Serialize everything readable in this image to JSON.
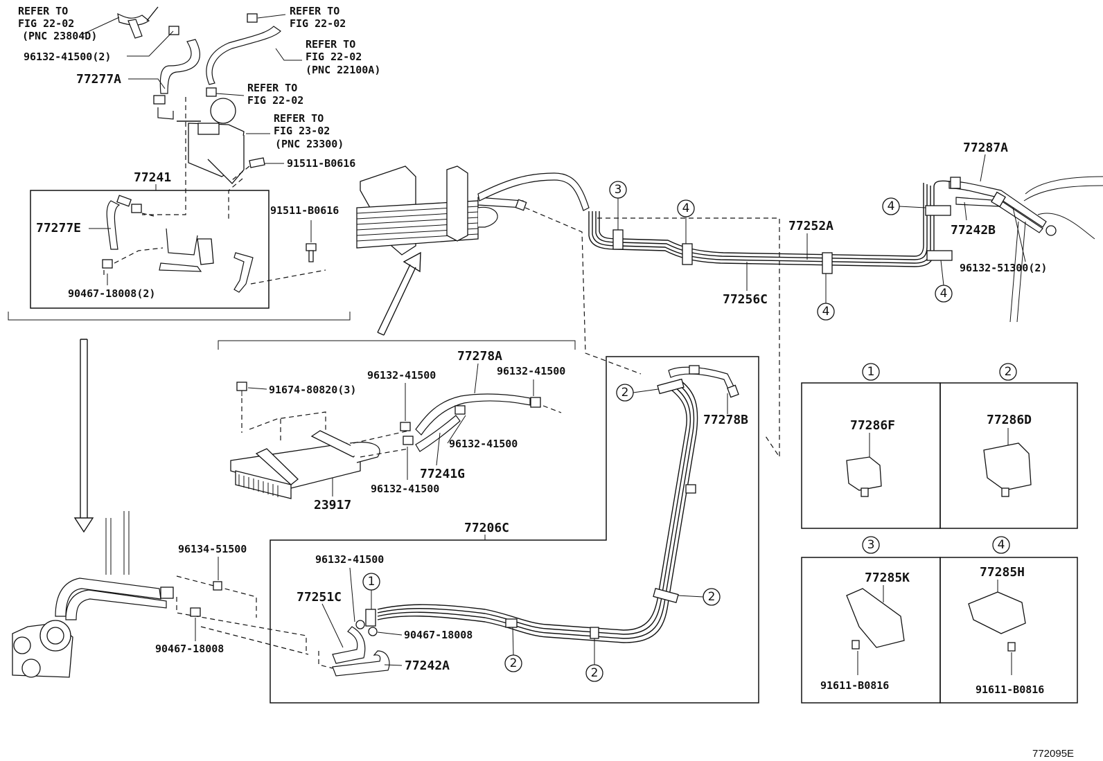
{
  "diagram_code": "772095E",
  "refs": {
    "r1": [
      "REFER TO",
      "FIG 22-02",
      "(PNC 23804D)"
    ],
    "r2": [
      "REFER TO",
      "FIG 22-02"
    ],
    "r3": [
      "REFER TO",
      "FIG 22-02",
      "(PNC 22100A)"
    ],
    "r4": [
      "REFER TO",
      "FIG 22-02"
    ],
    "r5": [
      "REFER TO",
      "FIG 23-02",
      "(PNC 23300)"
    ]
  },
  "parts": {
    "p96132_41500_2": "96132-41500(2)",
    "p77277A": "77277A",
    "p91511_B0616_a": "91511-B0616",
    "p77241": "77241",
    "p77277E": "77277E",
    "p91511_B0616_b": "91511-B0616",
    "p90467_18008_2": "90467-18008(2)",
    "p77287A": "77287A",
    "p77242B": "77242B",
    "p96132_51300_2": "96132-51300(2)",
    "p77252A": "77252A",
    "p77256C": "77256C",
    "p77278A": "77278A",
    "p96132_41500_a": "96132-41500",
    "p96132_41500_b": "96132-41500",
    "p91674_80820_3": "91674-80820(3)",
    "p96132_41500_c": "96132-41500",
    "p77241G": "77241G",
    "p96132_41500_d": "96132-41500",
    "p23917": "23917",
    "p77206C": "77206C",
    "p77278B": "77278B",
    "p96134_51500": "96134-51500",
    "p90467_18008": "90467-18008",
    "p96132_41500_e": "96132-41500",
    "p77251C": "77251C",
    "p90467_18008_c": "90467-18008",
    "p77242A": "77242A"
  },
  "legend": [
    {
      "num": "1",
      "part": "77286F",
      "bolt": ""
    },
    {
      "num": "2",
      "part": "77286D",
      "bolt": ""
    },
    {
      "num": "3",
      "part": "77285K",
      "bolt": "91611-B0816"
    },
    {
      "num": "4",
      "part": "77285H",
      "bolt": "91611-B0816"
    }
  ],
  "callouts": {
    "c1": "1",
    "c2": "2",
    "c3": "3",
    "c4": "4"
  }
}
